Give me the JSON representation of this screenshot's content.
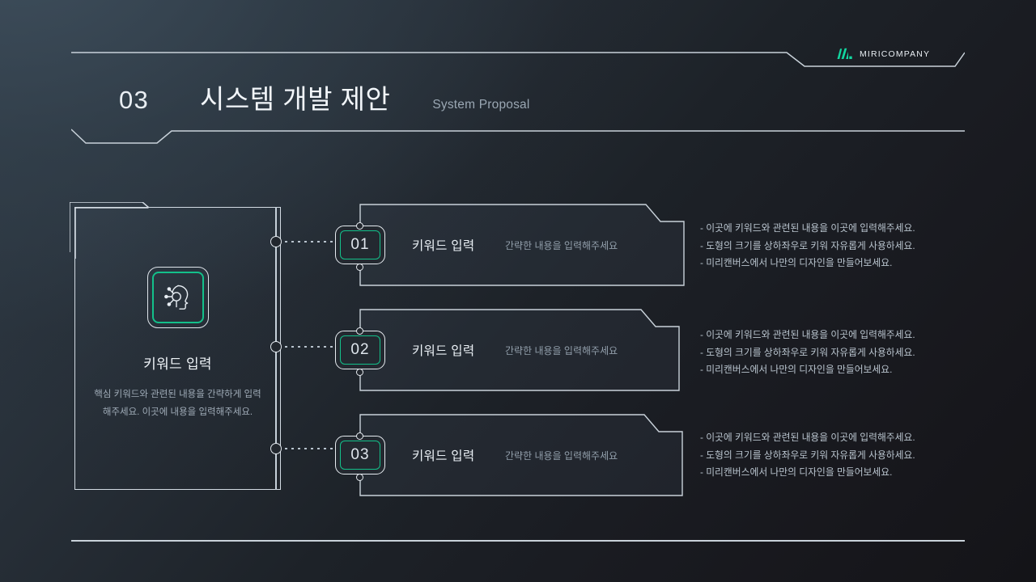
{
  "header": {
    "section_number": "03",
    "title": "시스템 개발 제안",
    "subtitle": "System Proposal",
    "logo_text": "MIRICOMPANY",
    "logo_icon": "miri-logo-mark"
  },
  "colors": {
    "accent": "#13c08a",
    "line": "#d3dbe3",
    "text_primary": "#eef3f7",
    "text_secondary": "#9fabb7",
    "background_start": "#313d48",
    "background_end": "#17171c"
  },
  "left_panel": {
    "icon": "ai-head-circuit-icon",
    "title": "키워드 입력",
    "description": "핵심 키워드와 관련된 내용을 간략하게 입력해주세요. 이곳에 내용을 입력해주세요."
  },
  "rows": [
    {
      "number": "01",
      "title": "키워드 입력",
      "description": "간략한 내용을 입력해주세요",
      "bullets": [
        "- 이곳에 키워드와 관련된 내용을 이곳에 입력해주세요.",
        "- 도형의 크기를 상하좌우로 키워 자유롭게 사용하세요.",
        "- 미리캔버스에서 나만의 디자인을 만들어보세요."
      ]
    },
    {
      "number": "02",
      "title": "키워드 입력",
      "description": "간략한 내용을 입력해주세요",
      "bullets": [
        "- 이곳에 키워드와 관련된 내용을 이곳에 입력해주세요.",
        "- 도형의 크기를 상하좌우로 키워 자유롭게 사용하세요.",
        "- 미리캔버스에서 나만의 디자인을 만들어보세요."
      ]
    },
    {
      "number": "03",
      "title": "키워드 입력",
      "description": "간략한 내용을 입력해주세요",
      "bullets": [
        "- 이곳에 키워드와 관련된 내용을 이곳에 입력해주세요.",
        "- 도형의 크기를 상하좌우로 키워 자유롭게 사용하세요.",
        "- 미리캔버스에서 나만의 디자인을 만들어보세요."
      ]
    }
  ]
}
